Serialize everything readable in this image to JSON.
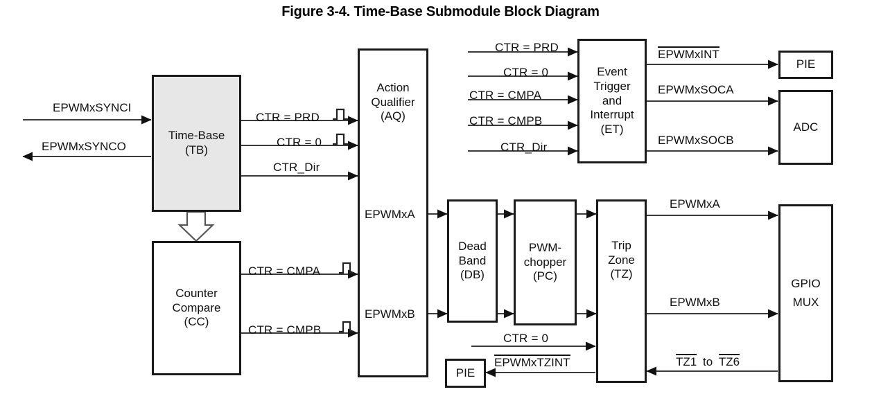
{
  "figure": {
    "title": "Figure 3-4. Time-Base Submodule Block Diagram"
  },
  "blocks": {
    "time_base": {
      "line1": "Time-Base",
      "line2": "(TB)",
      "shaded": true
    },
    "counter_compare": {
      "line1": "Counter",
      "line2": "Compare",
      "line3": "(CC)"
    },
    "action_qualifier": {
      "line1": "Action",
      "line2": "Qualifier",
      "line3": "(AQ)"
    },
    "event_trigger": {
      "line1": "Event",
      "line2": "Trigger",
      "line3": "and",
      "line4": "Interrupt",
      "line5": "(ET)"
    },
    "dead_band": {
      "line1": "Dead",
      "line2": "Band",
      "line3": "(DB)"
    },
    "pwm_chopper": {
      "line1": "PWM-",
      "line2": "chopper",
      "line3": "(PC)"
    },
    "trip_zone": {
      "line1": "Trip",
      "line2": "Zone",
      "line3": "(TZ)"
    },
    "pie_top": {
      "line1": "PIE"
    },
    "adc": {
      "line1": "ADC"
    },
    "gpio_mux": {
      "line1": "GPIO",
      "line2": "MUX"
    },
    "pie_bottom": {
      "line1": "PIE"
    }
  },
  "signals": {
    "epwmx_synci": "EPWMxSYNCI",
    "epwmx_synco": "EPWMxSYNCO",
    "ctr_prd_tb": "CTR = PRD",
    "ctr_zero_tb": "CTR = 0",
    "ctr_dir_tb": "CTR_Dir",
    "ctr_cmpa_cc": "CTR = CMPA",
    "ctr_cmpb_cc": "CTR = CMPB",
    "ctr_prd_et": "CTR = PRD",
    "ctr_zero_et": "CTR =  0",
    "ctr_cmpa_et": "CTR = CMPA",
    "ctr_cmpb_et": "CTR = CMPB",
    "ctr_dir_et": "CTR_Dir",
    "epwmx_int": "EPWMxINT",
    "epwmx_soca": "EPWMxSOCA",
    "epwmx_socb": "EPWMxSOCB",
    "epwmxa_aq": "EPWMxA",
    "epwmxb_aq": "EPWMxB",
    "epwmxa_tz": "EPWMxA",
    "epwmxb_tz": "EPWMxB",
    "ctr_zero_tz": "CTR = 0",
    "epwmx_tzint": "EPWMxTZINT",
    "tz1_label": "TZ1",
    "tz_to": "to",
    "tz6_label": "TZ6"
  },
  "colors": {
    "line": "#1a1a1a",
    "thin_line": "#3a3a3a",
    "shade": "#e7e7e7",
    "background": "#ffffff"
  },
  "icons": {
    "pulse": "pulse-waveform-icon",
    "arrow": "arrowhead-icon",
    "block_arrow": "hollow-block-arrow-down-icon"
  }
}
